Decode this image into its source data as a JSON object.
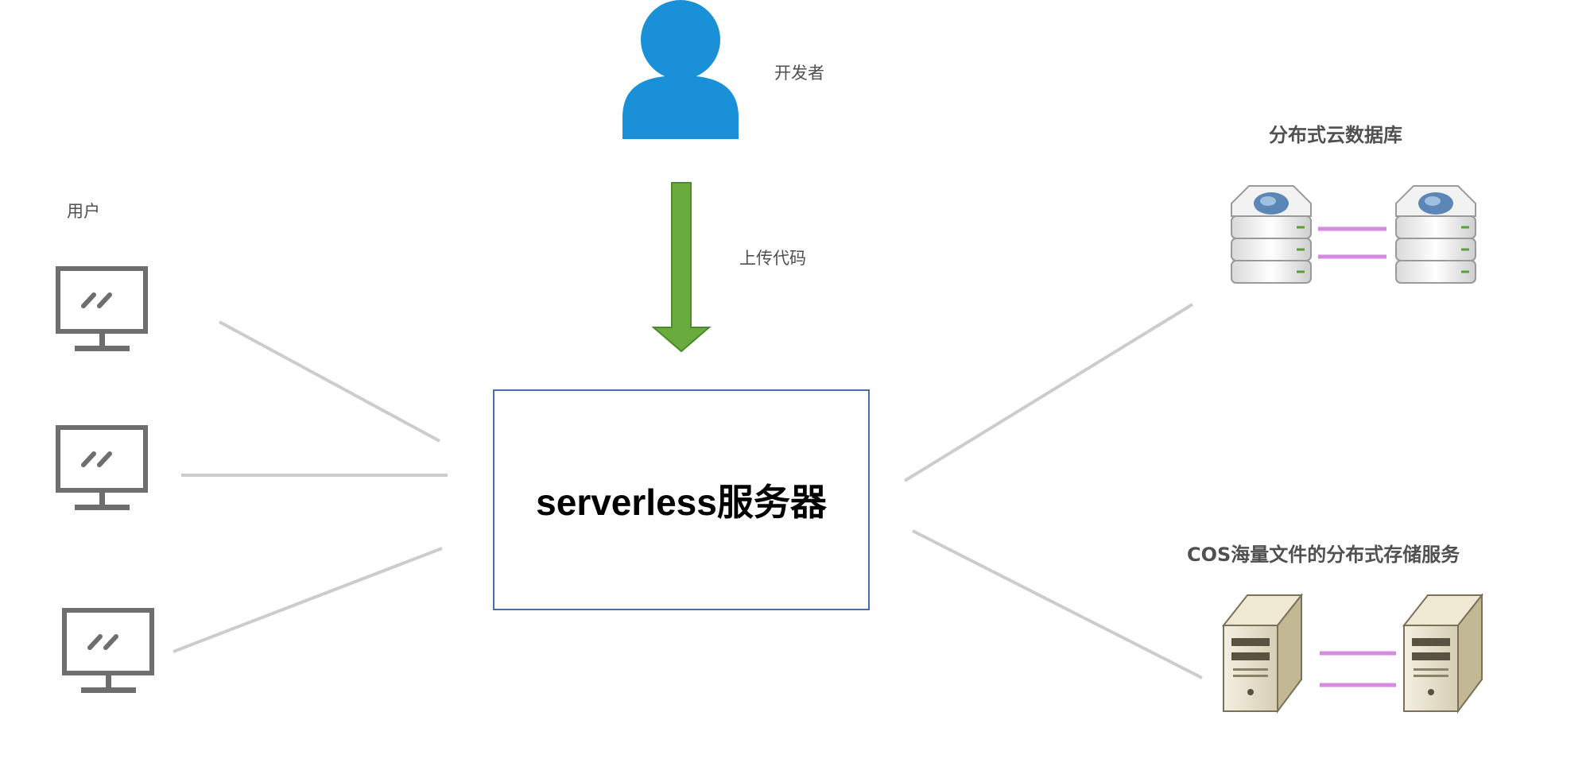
{
  "colors": {
    "developer": "#1a90d9",
    "arrow_fill": "#6aab3e",
    "arrow_stroke": "#4d8a2a",
    "monitor": "#6e6e6e",
    "connector": "#cccccc",
    "replication": "#d68ae0",
    "server_border": "#4a6fa5"
  },
  "labels": {
    "developer": "开发者",
    "upload_code": "上传代码",
    "users": "用户",
    "server": "serverless服务器",
    "database": "分布式云数据库",
    "storage": "COS海量文件的分布式存储服务"
  }
}
